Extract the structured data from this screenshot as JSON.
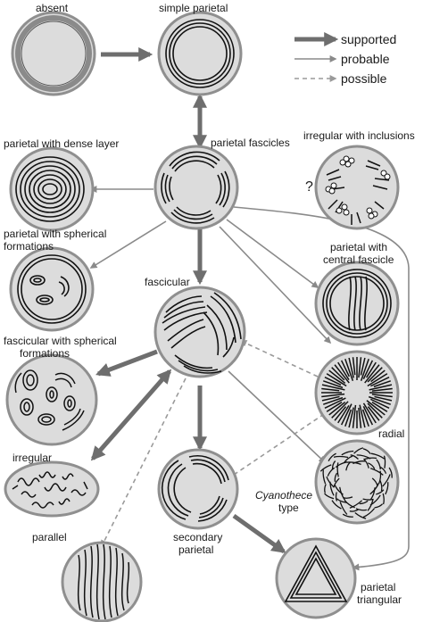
{
  "legend": {
    "supported": "supported",
    "probable": "probable",
    "possible": "possible"
  },
  "labels": {
    "absent": "absent",
    "simple_parietal": "simple parietal",
    "parietal_fascicles": "parietal fascicles",
    "parietal_dense_layer": "parietal with dense layer",
    "irregular_inclusions": "irregular with inclusions",
    "question_mark": "?",
    "parietal_spherical_1": "parietal with spherical",
    "parietal_spherical_2": "formations",
    "fascicular": "fascicular",
    "parietal_central_1": "parietal with",
    "parietal_central_2": "central fascicle",
    "fascicular_spherical_1": "fascicular with spherical",
    "fascicular_spherical_2": "formations",
    "radial": "radial",
    "irregular": "irregular",
    "cyanothece_1": "Cyanothece",
    "cyanothece_2": "type",
    "parallel": "parallel",
    "secondary_1": "secondary",
    "secondary_2": "parietal",
    "triangular_1": "parietal",
    "triangular_2": "triangular"
  },
  "colors": {
    "cell_fill": "#dcdcdc",
    "cell_rim": "#8f8f8f",
    "arrow_supported": "#6e6e6e",
    "arrow_probable": "#8a8a8a",
    "arrow_possible": "#9a9a9a",
    "membrane": "#111111"
  }
}
